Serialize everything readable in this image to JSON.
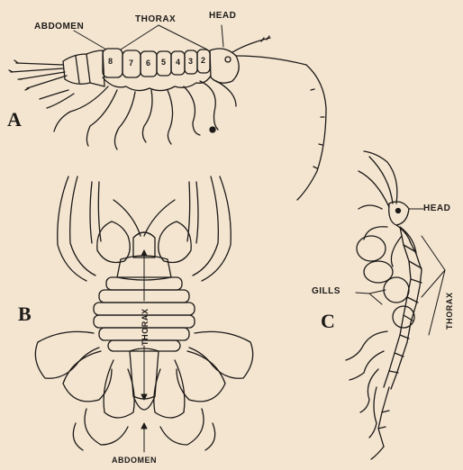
{
  "figure_a": {
    "letter": "A",
    "labels": {
      "abdomen": "ABDOMEN",
      "thorax": "THORAX",
      "head": "HEAD"
    },
    "segments": [
      "8",
      "7",
      "6",
      "5",
      "4",
      "3",
      "2"
    ]
  },
  "figure_b": {
    "letter": "B",
    "labels": {
      "thorax": "THORAX",
      "abdomen": "ABDOMEN"
    }
  },
  "figure_c": {
    "letter": "C",
    "labels": {
      "head": "HEAD",
      "gills": "GILLS",
      "thorax": "THORAX"
    }
  },
  "colors": {
    "paper": "#f3e5d0",
    "ink": "#1d1a18"
  }
}
